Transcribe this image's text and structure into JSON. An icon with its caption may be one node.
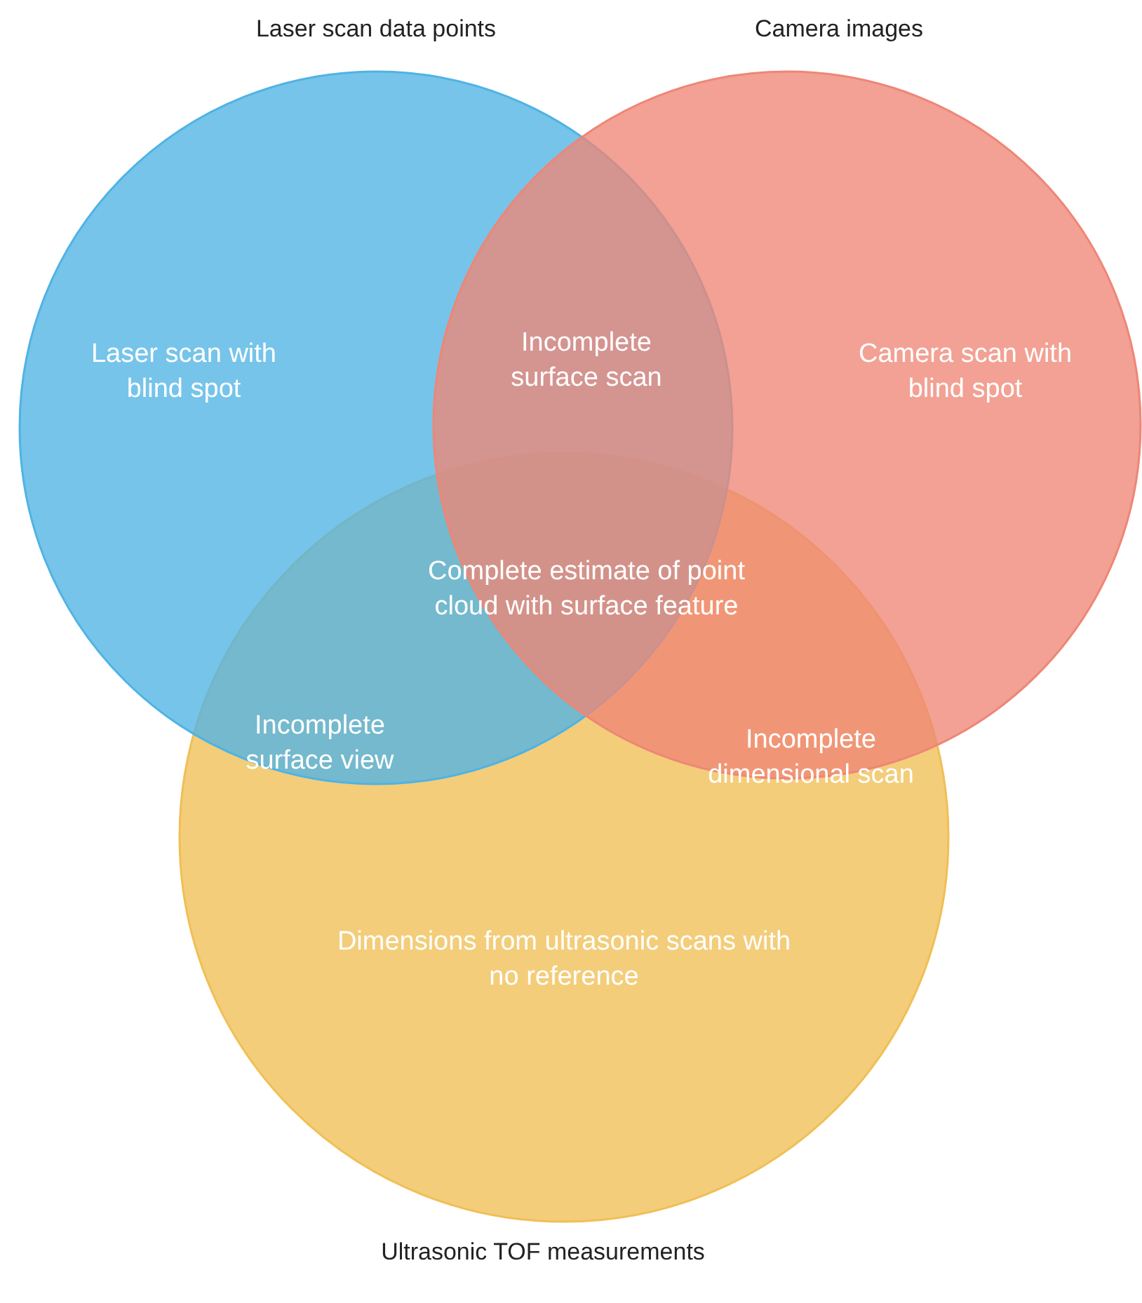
{
  "diagram": {
    "nodes": [
      {
        "text": [
          "Laser scan data points",
          "Laser scan with blind spot"
        ]
      },
      {
        "text": [
          "Camera images",
          "Camera scan with blind spot"
        ]
      },
      {
        "text": [
          "Dimensions from ultrasonic scans with no reference",
          "Ultrasonic TOF measurements"
        ]
      }
    ],
    "labels": [
      "Incomplete surface scan",
      "Complete estimate of point cloud with surface feature",
      "Incomplete surface view",
      "Incomplete dimensional scan"
    ]
  }
}
